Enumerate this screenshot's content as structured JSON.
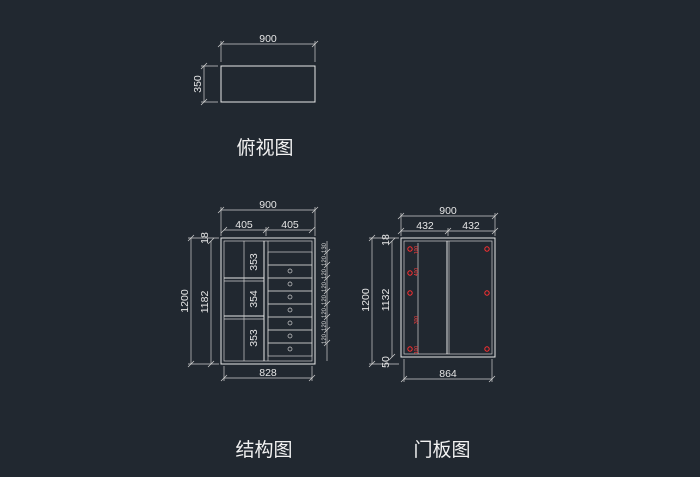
{
  "views": {
    "top": {
      "title": "俯视图",
      "width": "900",
      "depth": "350"
    },
    "structure": {
      "title": "结构图",
      "overall_width": "900",
      "left_width": "405",
      "right_width": "405",
      "height": "1200",
      "inner_height": "1182",
      "top_offset": "18",
      "bottom_width": "828",
      "shelf_1": "353",
      "shelf_2": "354",
      "shelf_3": "353",
      "drawer_dims": [
        "130",
        "120",
        "120",
        "120",
        "120",
        "120",
        "120",
        "120"
      ]
    },
    "door": {
      "title": "门板图",
      "overall_width": "900",
      "left_width": "432",
      "right_width": "432",
      "height": "1200",
      "inner_height": "1132",
      "top_offset": "18",
      "bottom_offset": "50",
      "bottom_width": "864",
      "hinge_dims": [
        "100",
        "400",
        "300",
        "100"
      ]
    }
  }
}
